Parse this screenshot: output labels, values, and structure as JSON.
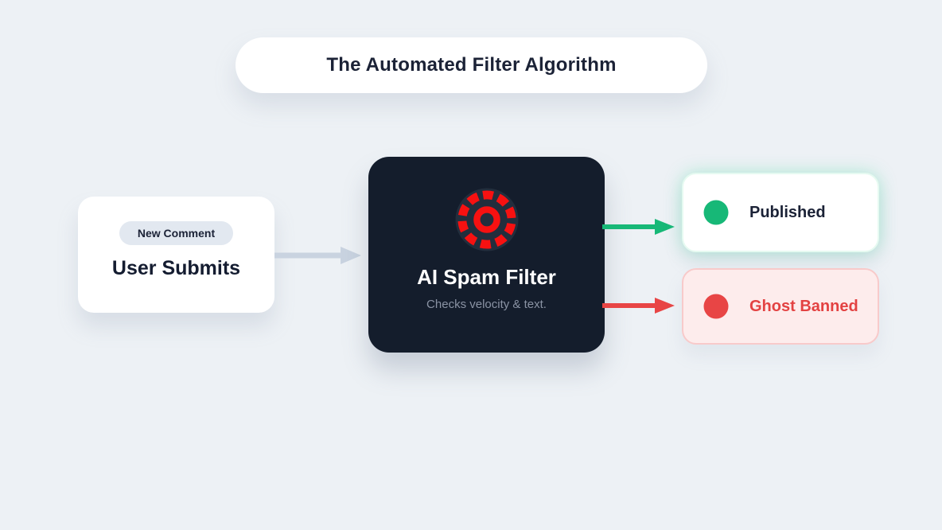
{
  "title": "The Automated Filter Algorithm",
  "flow": {
    "input_card": {
      "badge": "New Comment",
      "label": "User Submits"
    },
    "filter_card": {
      "label": "AI Spam Filter",
      "sublabel": "Checks velocity & text."
    },
    "outcomes": [
      {
        "label": "Published",
        "status_color": "#17b877"
      },
      {
        "label": "Ghost Banned",
        "status_color": "#e84545"
      }
    ]
  },
  "arrows": {
    "submit": {
      "color": "#c9d3e0",
      "from": "User Submits",
      "to": "AI Spam Filter"
    },
    "published": {
      "color": "#17b877",
      "from": "AI Spam Filter",
      "to": "Published"
    },
    "banned": {
      "color": "#e84545",
      "from": "AI Spam Filter",
      "to": "Ghost Banned"
    }
  },
  "colors": {
    "background": "#edf1f5",
    "card_dark": "#141d2c",
    "text_dark": "#1b2236",
    "subtitle_gray": "#8a93a4",
    "badge_bg": "#e2e8f0",
    "icon_red": "#f71111",
    "icon_bg": "#232e3d",
    "banned_card_bg": "#fdecec",
    "banned_text": "#e34242"
  }
}
